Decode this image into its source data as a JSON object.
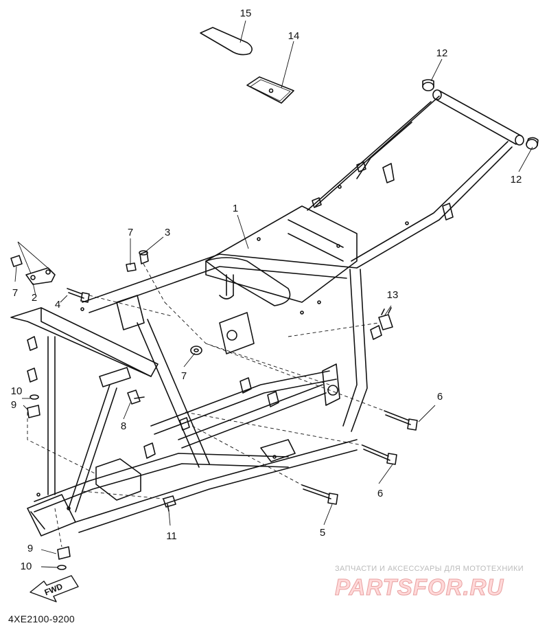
{
  "diagram": {
    "part_code": "4XE2100-9200",
    "fwd_label": "FWD",
    "watermark": {
      "caption": "ЗАПЧАСТИ И АКСЕССУАРЫ ДЛЯ МОТОТЕХНИКИ",
      "brand": "PARTSFOR.RU"
    },
    "callouts": [
      {
        "id": "c1",
        "label": "1"
      },
      {
        "id": "c2",
        "label": "2"
      },
      {
        "id": "c3",
        "label": "3"
      },
      {
        "id": "c4",
        "label": "4"
      },
      {
        "id": "c5",
        "label": "5"
      },
      {
        "id": "c6a",
        "label": "6"
      },
      {
        "id": "c6b",
        "label": "6"
      },
      {
        "id": "c7a",
        "label": "7"
      },
      {
        "id": "c7b",
        "label": "7"
      },
      {
        "id": "c7c",
        "label": "7"
      },
      {
        "id": "c8",
        "label": "8"
      },
      {
        "id": "c9a",
        "label": "9"
      },
      {
        "id": "c9b",
        "label": "9"
      },
      {
        "id": "c10a",
        "label": "10"
      },
      {
        "id": "c10b",
        "label": "10"
      },
      {
        "id": "c11",
        "label": "11"
      },
      {
        "id": "c12a",
        "label": "12"
      },
      {
        "id": "c12b",
        "label": "12"
      },
      {
        "id": "c13",
        "label": "13"
      },
      {
        "id": "c14",
        "label": "14"
      },
      {
        "id": "c15",
        "label": "15"
      }
    ]
  }
}
